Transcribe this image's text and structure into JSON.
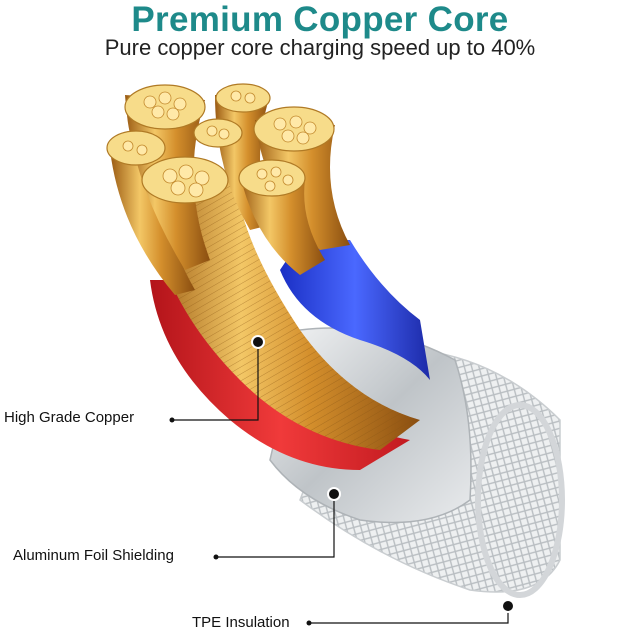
{
  "header": {
    "title": "Premium Copper Core",
    "subtitle": "Pure copper core charging speed up to 40%"
  },
  "callouts": {
    "copper": "High Grade Copper",
    "foil": "Aluminum Foil Shielding",
    "insulation": "TPE Insulation"
  },
  "colors": {
    "title": "#1e8a8a",
    "copper": "#d79a3a",
    "red_wire": "#e0262c",
    "blue_wire": "#2742e0",
    "foil": "#cfd3d6",
    "braid": "#e6e8ea"
  }
}
